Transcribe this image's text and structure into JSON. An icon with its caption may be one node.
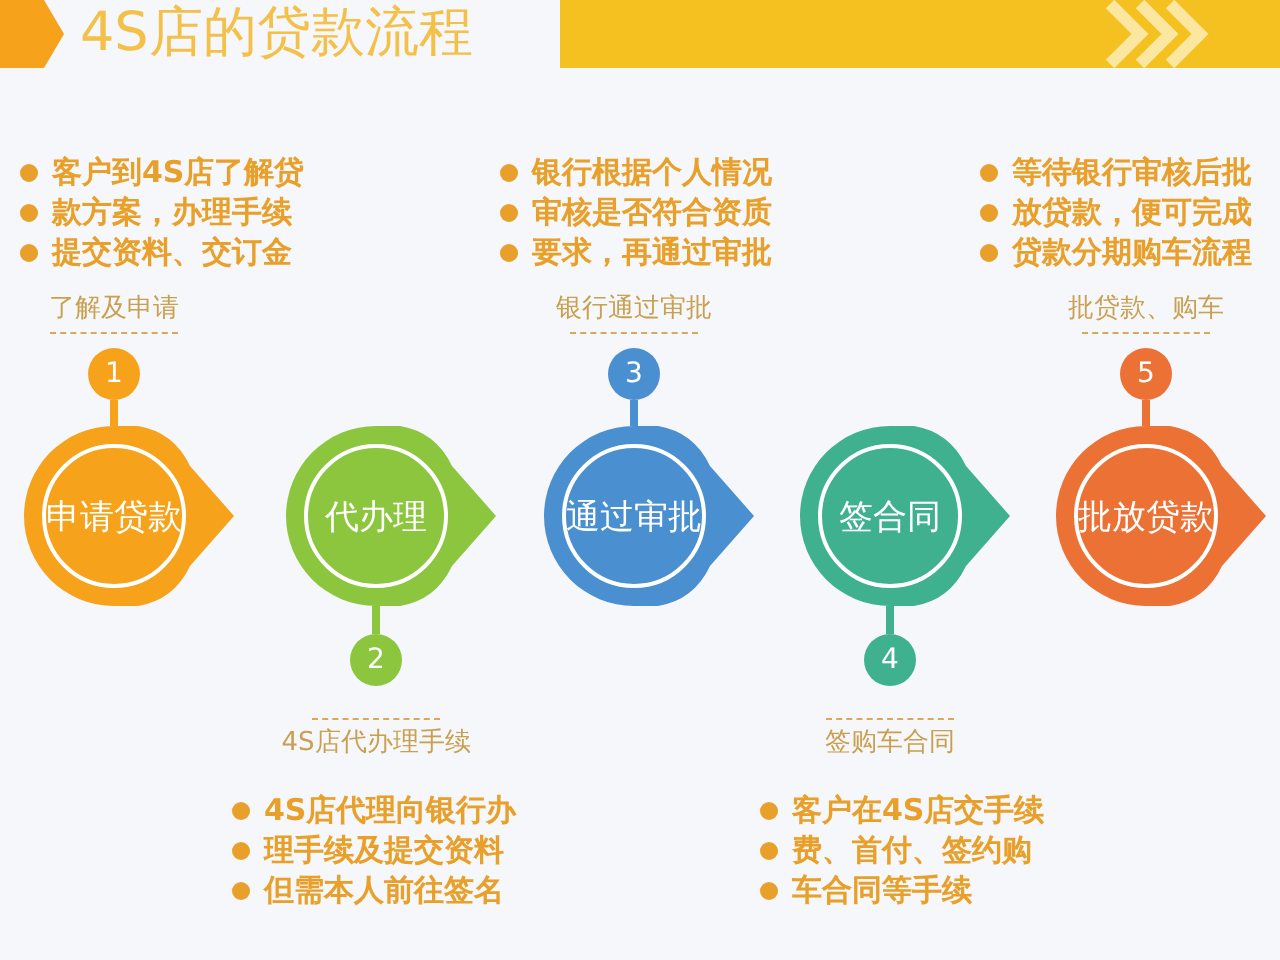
{
  "diagram": {
    "title": "4S店的贷款流程",
    "nodes": [
      {
        "text": [
          "申请贷款"
        ]
      },
      {
        "text": [
          "代办理"
        ]
      },
      {
        "text": [
          "通过审批"
        ]
      },
      {
        "text": [
          "签合同"
        ]
      },
      {
        "text": [
          "批放贷款"
        ]
      },
      {
        "text": [
          "1"
        ],
        "beside": [
          "了解及申请"
        ]
      },
      {
        "text": [
          "2"
        ],
        "beside": [
          "4S店代办理手续"
        ]
      },
      {
        "text": [
          "3"
        ],
        "beside": [
          "银行通过审批"
        ]
      },
      {
        "text": [
          "4"
        ],
        "beside": [
          "签购车合同"
        ]
      },
      {
        "text": [
          "5"
        ],
        "beside": [
          "批贷款、购车"
        ]
      }
    ],
    "edges": [
      {
        "from": 5,
        "to": 0,
        "arrow": "none",
        "color": "#f6a21b"
      },
      {
        "from": 6,
        "to": 1,
        "arrow": "none",
        "color": "#8cc63f"
      },
      {
        "from": 7,
        "to": 2,
        "arrow": "none",
        "color": "#4a90d0"
      },
      {
        "from": 8,
        "to": 3,
        "arrow": "none",
        "color": "#3fb18f"
      },
      {
        "from": 9,
        "to": 4,
        "arrow": "none",
        "color": "#ec7135"
      }
    ],
    "labels": [
      "客户到4S店了解贷",
      "款方案，办理手续",
      "提交资料、交订金",
      "银行根据个人情况",
      "审核是否符合资质",
      "要求，再通过审批",
      "等待银行审核后批",
      "放贷款，便可完成",
      "贷款分期购车流程",
      "4S店代理向银行办",
      "理手续及提交资料",
      "但需本人前往签名",
      "客户在4S店交手续",
      "费、首付、签约购",
      "车合同等手续"
    ]
  }
}
